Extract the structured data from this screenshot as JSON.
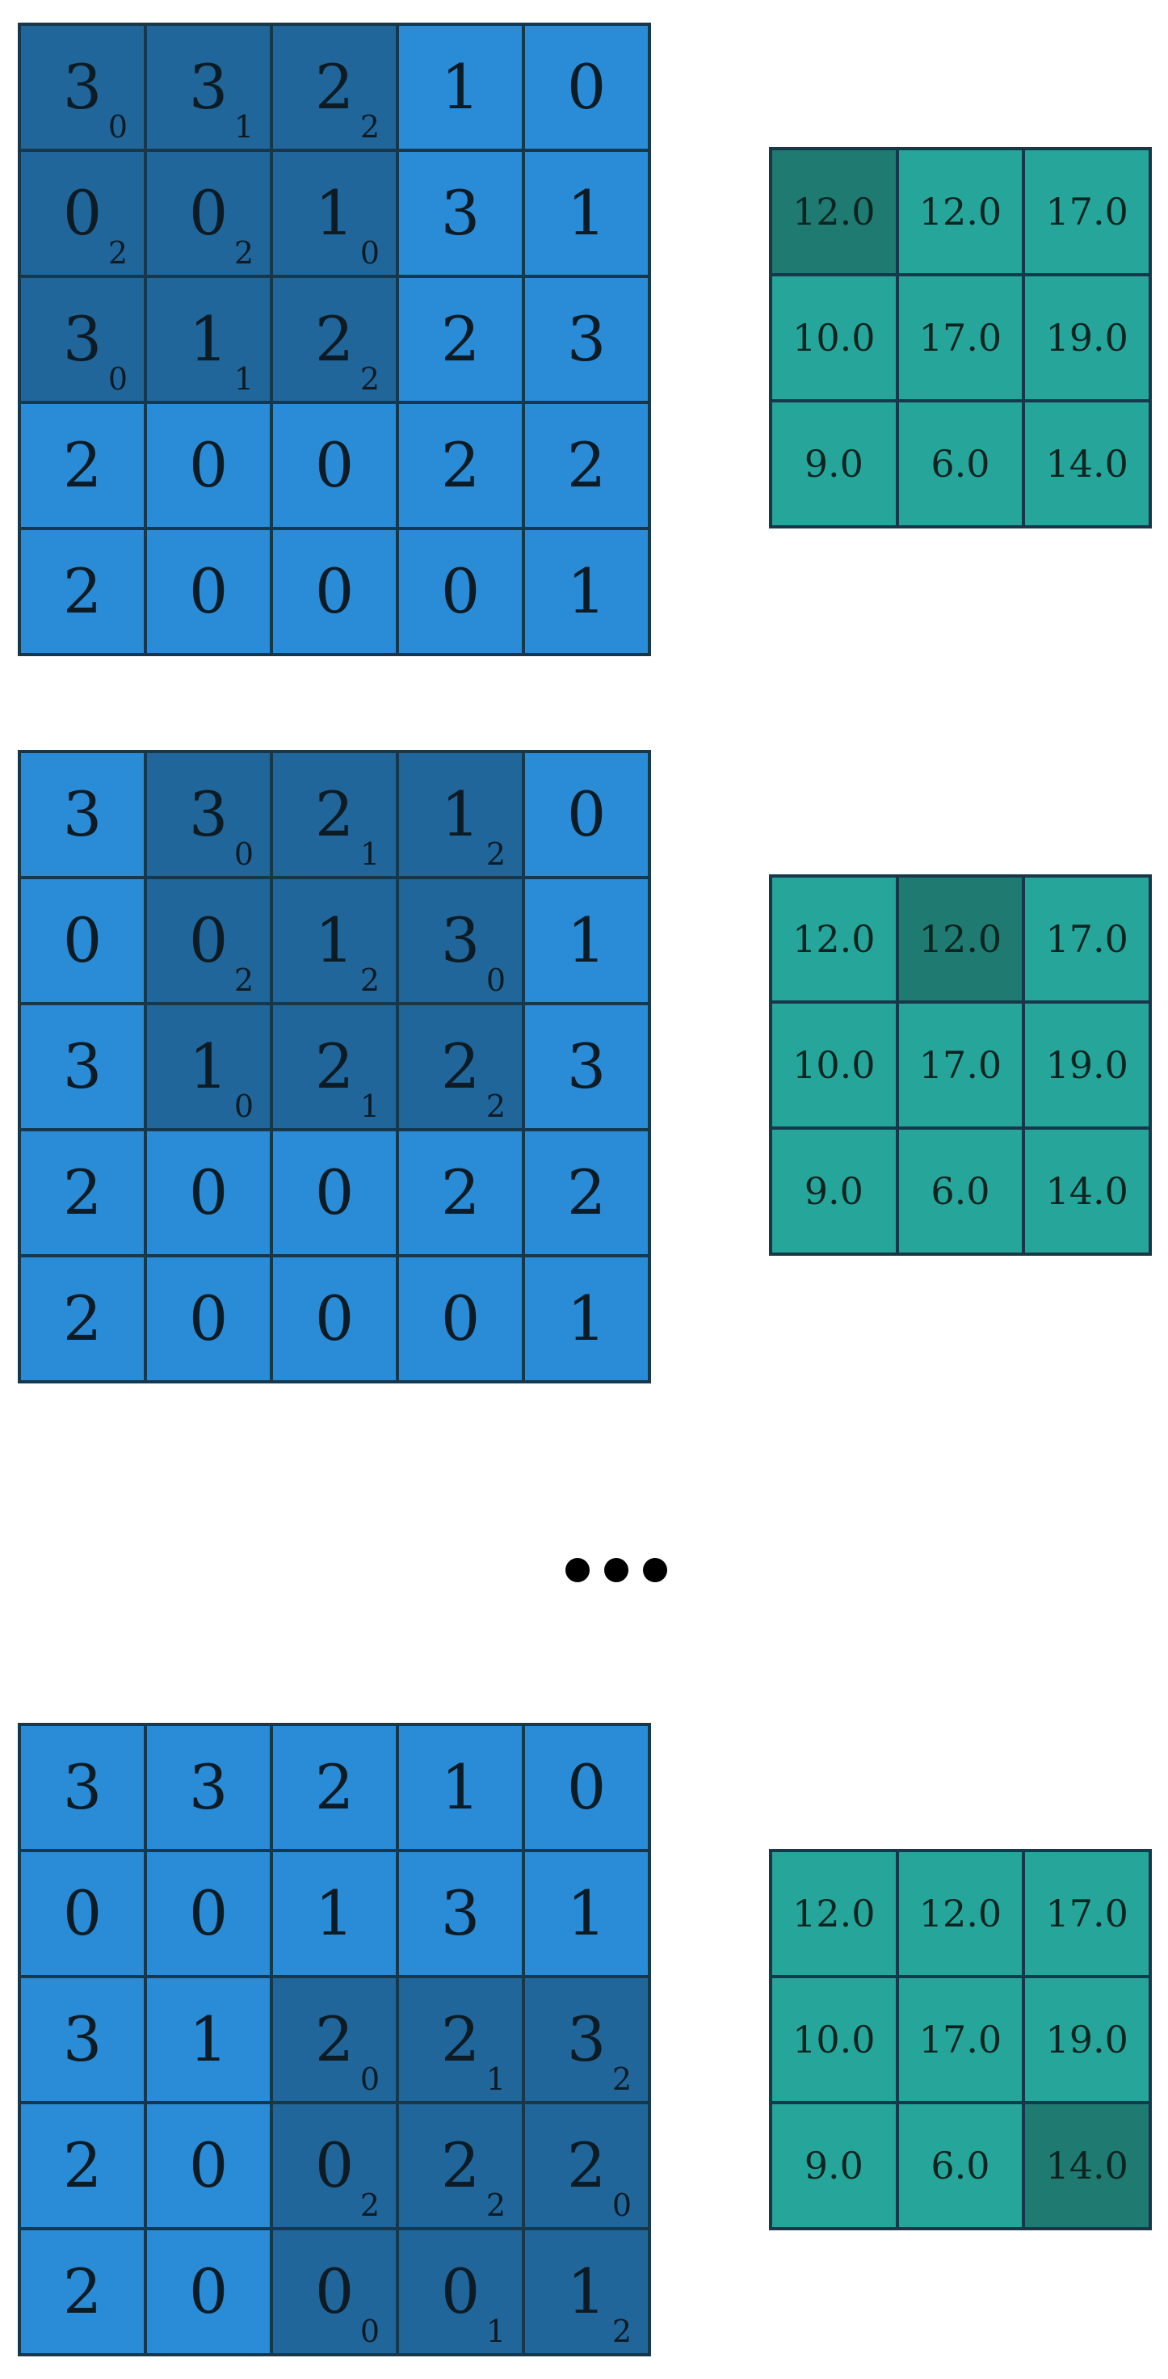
{
  "panels": [
    {
      "input": [
        [
          "3",
          "3",
          "2",
          "1",
          "0"
        ],
        [
          "0",
          "0",
          "1",
          "3",
          "1"
        ],
        [
          "3",
          "1",
          "2",
          "2",
          "3"
        ],
        [
          "2",
          "0",
          "0",
          "2",
          "2"
        ],
        [
          "2",
          "0",
          "0",
          "0",
          "1"
        ]
      ],
      "window": {
        "row": 0,
        "col": 0
      },
      "kernel": [
        [
          "0",
          "1",
          "2"
        ],
        [
          "2",
          "2",
          "0"
        ],
        [
          "0",
          "1",
          "2"
        ]
      ],
      "output": [
        [
          "12.0",
          "12.0",
          "17.0"
        ],
        [
          "10.0",
          "17.0",
          "19.0"
        ],
        [
          "9.0",
          "6.0",
          "14.0"
        ]
      ],
      "active_output": {
        "row": 0,
        "col": 0
      }
    },
    {
      "input": [
        [
          "3",
          "3",
          "2",
          "1",
          "0"
        ],
        [
          "0",
          "0",
          "1",
          "3",
          "1"
        ],
        [
          "3",
          "1",
          "2",
          "2",
          "3"
        ],
        [
          "2",
          "0",
          "0",
          "2",
          "2"
        ],
        [
          "2",
          "0",
          "0",
          "0",
          "1"
        ]
      ],
      "window": {
        "row": 0,
        "col": 1
      },
      "kernel": [
        [
          "0",
          "1",
          "2"
        ],
        [
          "2",
          "2",
          "0"
        ],
        [
          "0",
          "1",
          "2"
        ]
      ],
      "output": [
        [
          "12.0",
          "12.0",
          "17.0"
        ],
        [
          "10.0",
          "17.0",
          "19.0"
        ],
        [
          "9.0",
          "6.0",
          "14.0"
        ]
      ],
      "active_output": {
        "row": 0,
        "col": 1
      }
    },
    {
      "input": [
        [
          "3",
          "3",
          "2",
          "1",
          "0"
        ],
        [
          "0",
          "0",
          "1",
          "3",
          "1"
        ],
        [
          "3",
          "1",
          "2",
          "2",
          "3"
        ],
        [
          "2",
          "0",
          "0",
          "2",
          "2"
        ],
        [
          "2",
          "0",
          "0",
          "0",
          "1"
        ]
      ],
      "window": {
        "row": 2,
        "col": 2
      },
      "kernel": [
        [
          "0",
          "1",
          "2"
        ],
        [
          "2",
          "2",
          "0"
        ],
        [
          "0",
          "1",
          "2"
        ]
      ],
      "output": [
        [
          "12.0",
          "12.0",
          "17.0"
        ],
        [
          "10.0",
          "17.0",
          "19.0"
        ],
        [
          "9.0",
          "6.0",
          "14.0"
        ]
      ],
      "active_output": {
        "row": 2,
        "col": 2
      }
    }
  ],
  "ellipsis_icon": "ellipsis-icon"
}
